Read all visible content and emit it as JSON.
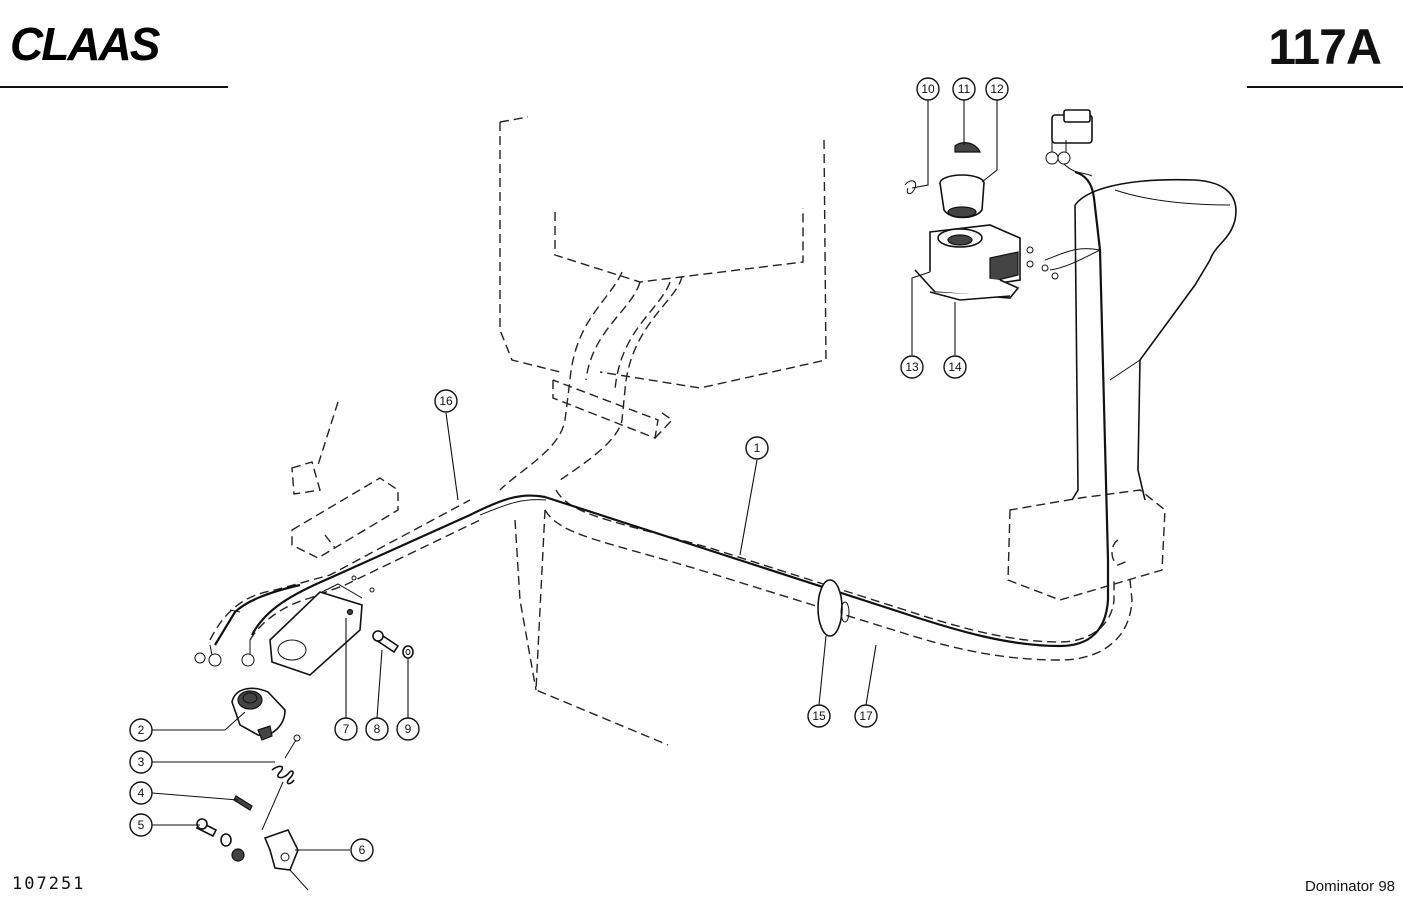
{
  "header": {
    "logo_text": "CLAAS",
    "page_number": "117A"
  },
  "footer": {
    "drawing_number": "107251",
    "model": "Dominator 98"
  },
  "callouts": [
    {
      "label": "1"
    },
    {
      "label": "2"
    },
    {
      "label": "3"
    },
    {
      "label": "4"
    },
    {
      "label": "5"
    },
    {
      "label": "6"
    },
    {
      "label": "7"
    },
    {
      "label": "8"
    },
    {
      "label": "9"
    },
    {
      "label": "10"
    },
    {
      "label": "11"
    },
    {
      "label": "12"
    },
    {
      "label": "13"
    },
    {
      "label": "14"
    },
    {
      "label": "15"
    },
    {
      "label": "16"
    },
    {
      "label": "17"
    }
  ]
}
